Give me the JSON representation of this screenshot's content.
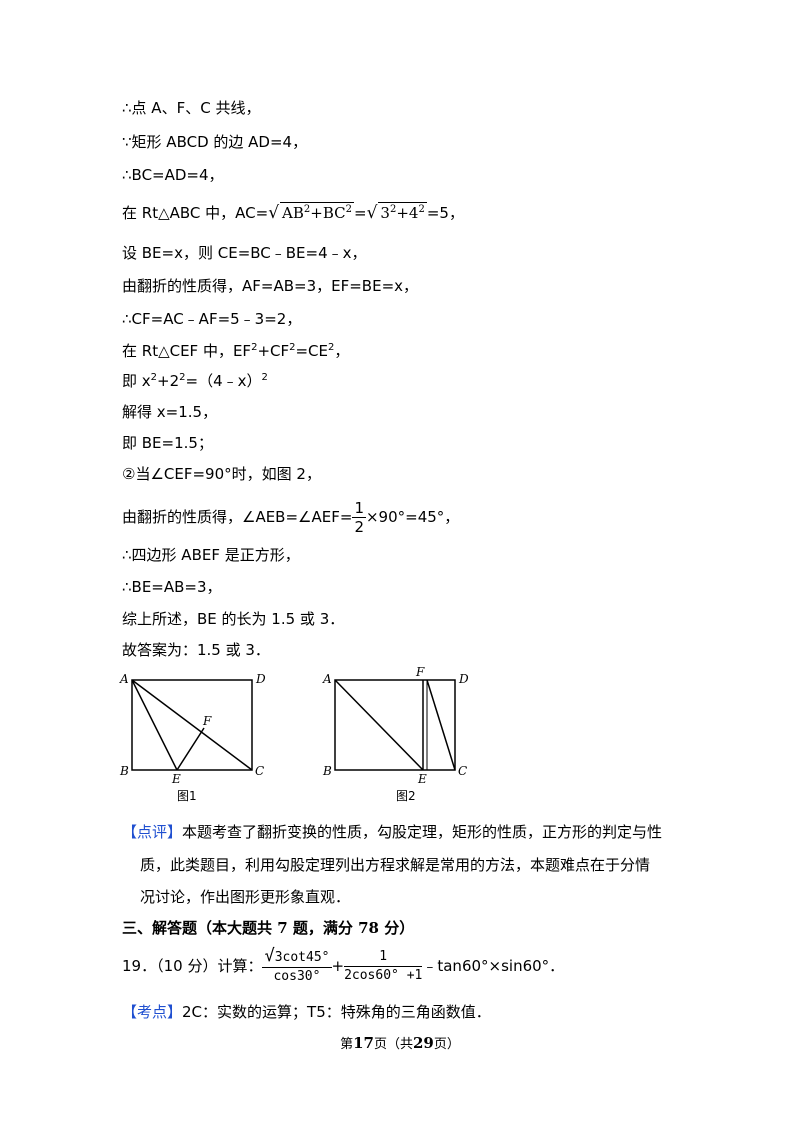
{
  "lines": {
    "l1": "∴点 A、F、C 共线，",
    "l2": "∵矩形 ABCD 的边 AD=4，",
    "l3": "∴BC=AD=4，",
    "l4_pre": "在 Rt△ABC 中，AC=",
    "l4_r1": "AB",
    "l4_r2": "+BC",
    "l4_eq": "=",
    "l4_r3": "3",
    "l4_r4": "+4",
    "l4_post": "=5，",
    "l5": "设 BE=x，则 CE=BC﹣BE=4﹣x，",
    "l6": "由翻折的性质得，AF=AB=3，EF=BE=x，",
    "l7": "∴CF=AC﹣AF=5﹣3=2，",
    "l8_a": "在 Rt△CEF 中，EF",
    "l8_b": "+CF",
    "l8_c": "=CE",
    "l8_d": "，",
    "l9_a": "即 x",
    "l9_b": "+2",
    "l9_c": "=（4﹣x）",
    "l10": "解得 x=1.5，",
    "l11": "即 BE=1.5；",
    "l12": "②当∠CEF=90°时，如图 2，",
    "l13_pre": "由翻折的性质得，∠AEB=∠AEF=",
    "l13_num": "1",
    "l13_den": "2",
    "l13_post": "×90°=45°，",
    "l14": "∴四边形 ABEF 是正方形，",
    "l15": "∴BE=AB=3，",
    "l16": "综上所述，BE 的长为 1.5 或 3．",
    "l17": "故答案为：1.5 或 3．"
  },
  "sup2": "2",
  "figure1": {
    "caption": "图1",
    "labels": {
      "A": "A",
      "B": "B",
      "C": "C",
      "D": "D",
      "E": "E",
      "F": "F"
    }
  },
  "figure2": {
    "caption": "图2",
    "labels": {
      "A": "A",
      "B": "B",
      "C": "C",
      "D": "D",
      "E": "E",
      "F": "F"
    }
  },
  "review": {
    "tag": "【点评】",
    "t1": "本题考查了翻折变换的性质，勾股定理，矩形的性质，正方形的判定与性",
    "t2": "质，此类题目，利用勾股定理列出方程求解是常用的方法，本题难点在于分情",
    "t3": "况讨论，作出图形更形象直观．"
  },
  "section": "三、解答题（本大题共 7 题，满分 78 分）",
  "q19": {
    "pre": "19．（10 分）计算：",
    "f1_num": "3cot45°",
    "f1_den": "cos30°",
    "plus": "+",
    "f2_num": "1",
    "f2_den": "2cos60°  +1",
    "post": "﹣tan60°×sin60°．"
  },
  "kaodian": {
    "tag": "【考点】",
    "text": "2C：实数的运算；T5：特殊角的三角函数值．"
  },
  "footer": {
    "a": "第",
    "page": "17",
    "b": "页（共",
    "total": "29",
    "c": "页）"
  }
}
